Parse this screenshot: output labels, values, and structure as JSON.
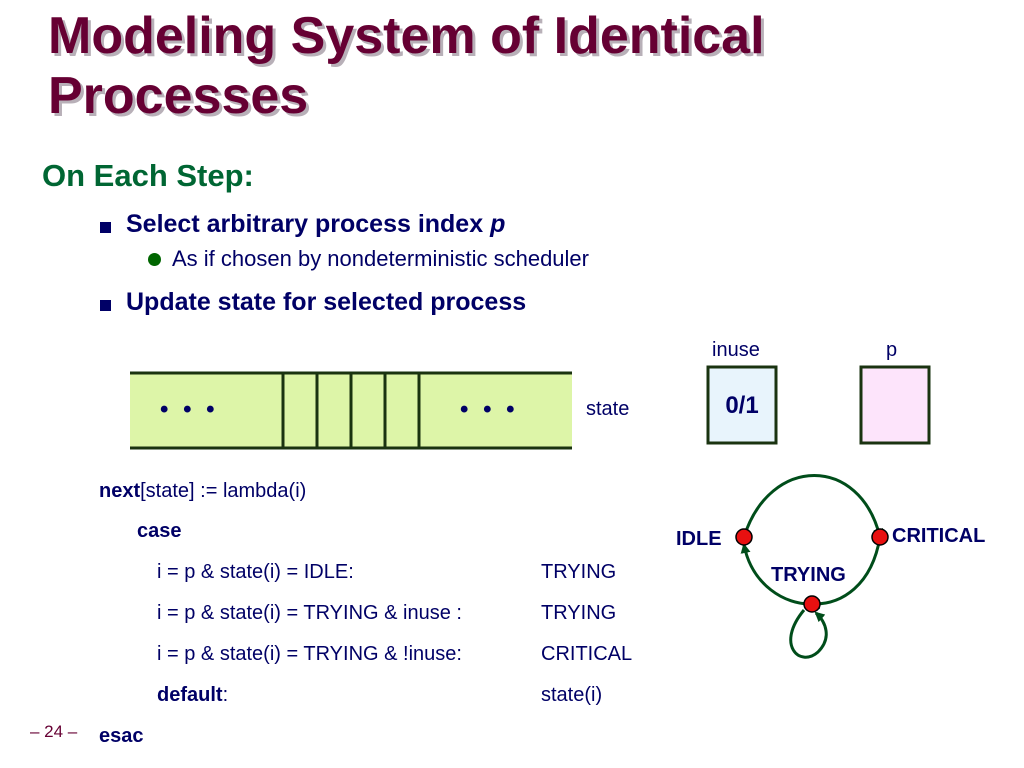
{
  "slide": {
    "title_line1": "Modeling System of Identical",
    "title_line2": "Processes",
    "subtitle": "On Each Step:",
    "bullet1_text": "Select arbitrary process index ",
    "bullet1_var": "p",
    "sub_bullet1": "As if chosen by nondeterministic scheduler",
    "bullet2": "Update state for selected process",
    "page_number": "– 24 –"
  },
  "diagram": {
    "ellipsis_left": "• • •",
    "ellipsis_right": "• • •",
    "state_label": "state",
    "inuse_label": "inuse",
    "inuse_value": "0/1",
    "p_label": "p",
    "idle": "IDLE",
    "trying": "TRYING",
    "critical": "CRITICAL"
  },
  "code": {
    "next_kw": "next",
    "next_rest": "[state] := lambda(i)",
    "case_kw": "case",
    "rows": [
      {
        "cond": "i = p & state(i) = IDLE:",
        "result": "TRYING"
      },
      {
        "cond": "i = p & state(i) = TRYING & inuse :",
        "result": "TRYING"
      },
      {
        "cond": "i = p & state(i) = TRYING & !inuse:",
        "result": "CRITICAL"
      }
    ],
    "default_kw": "default",
    "default_colon": ":",
    "default_result": "state(i)",
    "esac_kw": "esac"
  },
  "colors": {
    "title": "#660033",
    "subtitle": "#006633",
    "text": "#000066",
    "state_fill": "#ddf5a8",
    "inuse_fill": "#e8f4fc",
    "p_fill": "#fde4fb",
    "node_red": "#e81010",
    "arc_green": "#004d1a"
  }
}
